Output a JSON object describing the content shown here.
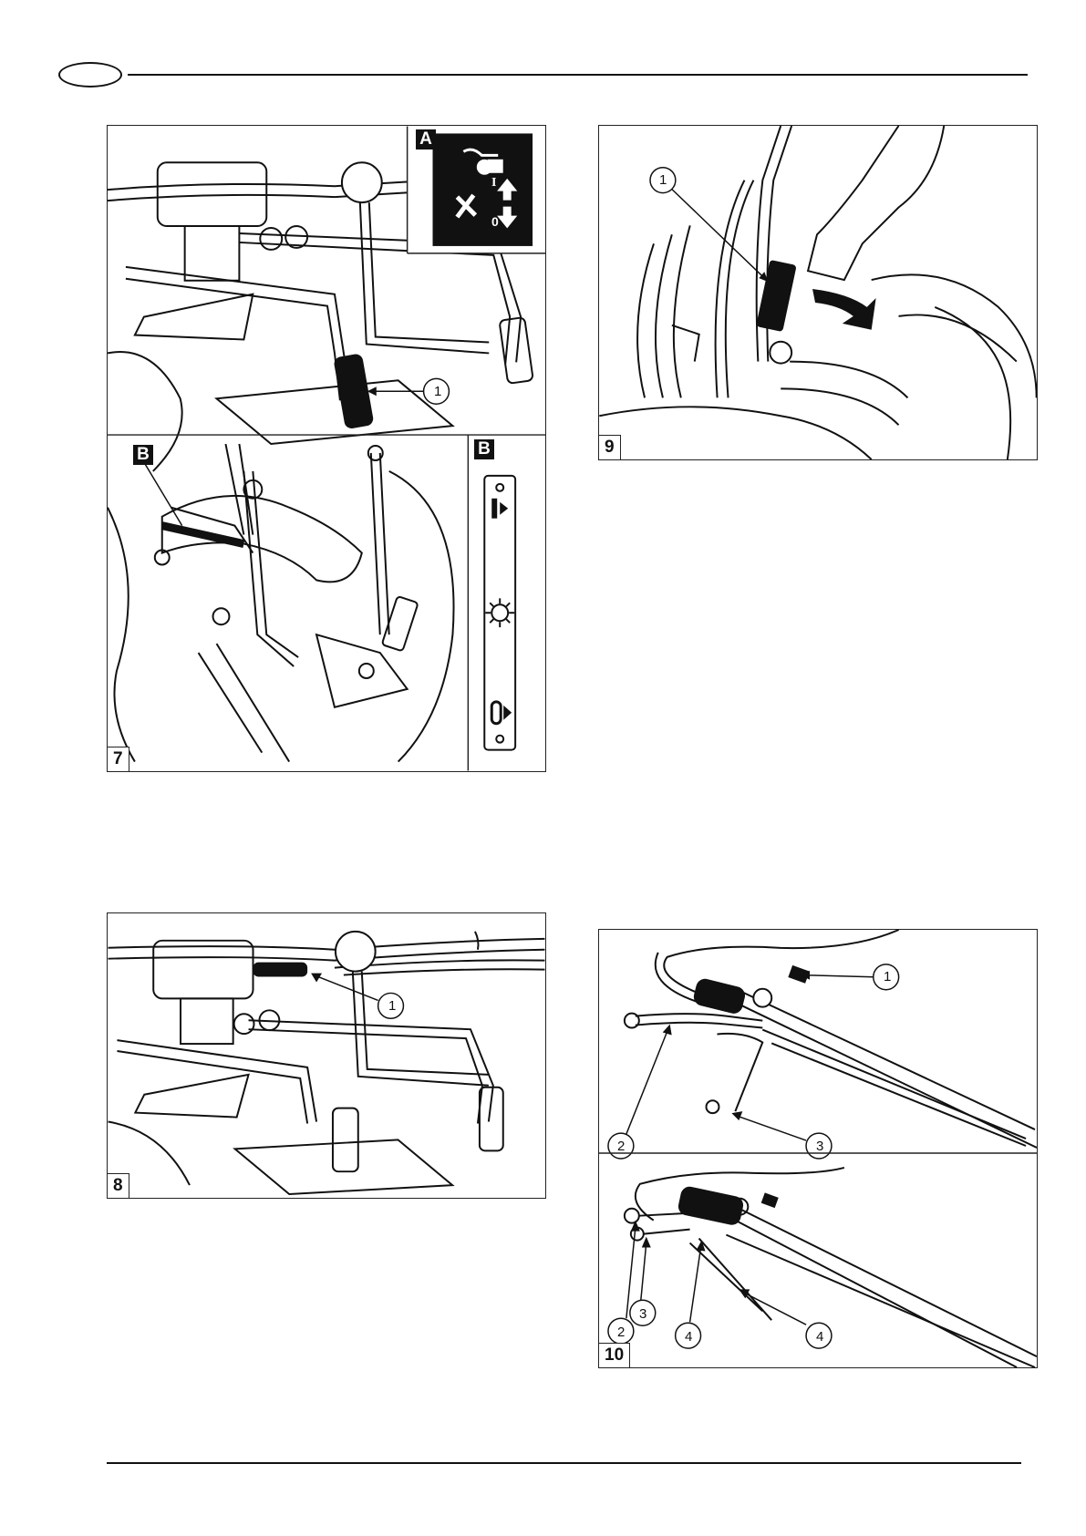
{
  "figures": {
    "fig7": {
      "number": "7",
      "panel_a_label": "A",
      "panel_b_label": "B",
      "inset_b_label": "B",
      "callout": "1",
      "decal_a": {
        "top_mark": "I",
        "bottom_mark": "0"
      }
    },
    "fig8": {
      "number": "8",
      "callout": "1"
    },
    "fig9": {
      "number": "9",
      "callout": "1"
    },
    "fig10": {
      "number": "10",
      "callouts_top": [
        "1",
        "2",
        "3"
      ],
      "callouts_bottom": [
        "2",
        "3",
        "4",
        "4"
      ]
    }
  },
  "colors": {
    "line": "#111111",
    "background": "#ffffff"
  }
}
